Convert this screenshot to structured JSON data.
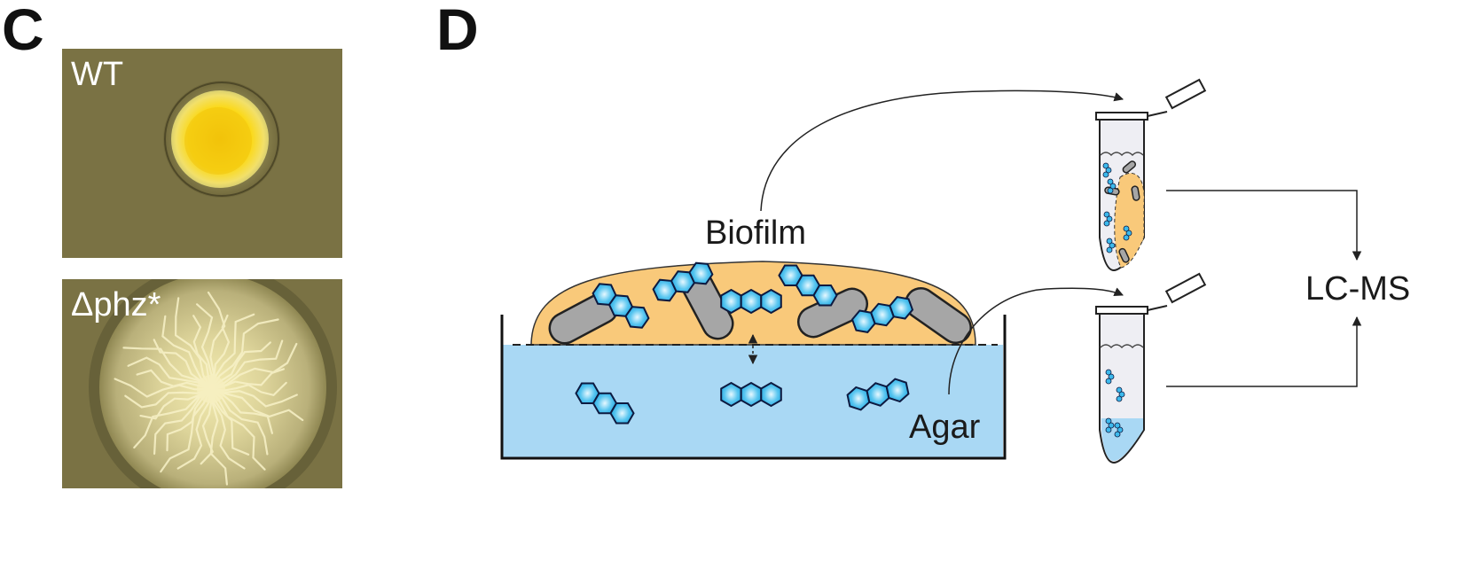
{
  "panel_c": {
    "letter": "C",
    "top_label": "WT",
    "bottom_label": "Δphz*"
  },
  "panel_d": {
    "letter": "D",
    "biofilm_label": "Biofilm",
    "agar_label": "Agar",
    "analysis_label": "LC-MS"
  },
  "colors": {
    "biofilm": "#f9c97a",
    "agar": "#a9d8f4",
    "phenazine": "#29aee8",
    "cell": "#a6a6a6",
    "plate_bg": "#7a7244",
    "wt_colony": "#f2cf12"
  }
}
